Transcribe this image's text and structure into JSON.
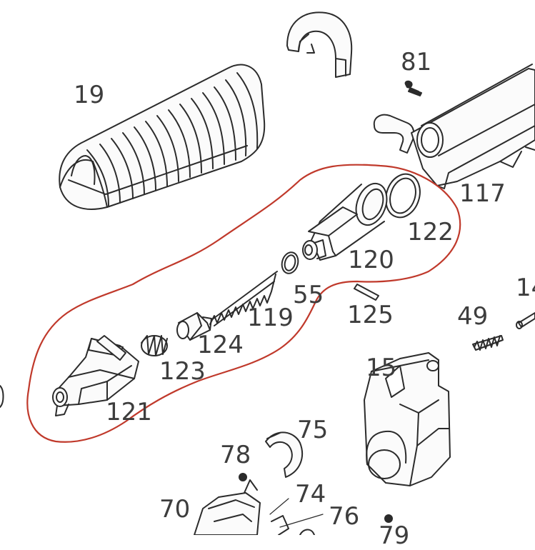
{
  "diagram": {
    "highlight_color": "#c0392b",
    "line_color": "#2b2b2b",
    "label_color": "#3d3d3d",
    "part_numbers": {
      "p19": "19",
      "p81": "81",
      "p117": "117",
      "p122": "122",
      "p120": "120",
      "p55": "55",
      "p125": "125",
      "p14": "14",
      "p49": "49",
      "p119": "119",
      "p124": "124",
      "p123": "123",
      "p15": "15",
      "p121": "121",
      "p75": "75",
      "p78": "78",
      "p74": "74",
      "p70": "70",
      "p76": "76",
      "p79": "79"
    }
  }
}
